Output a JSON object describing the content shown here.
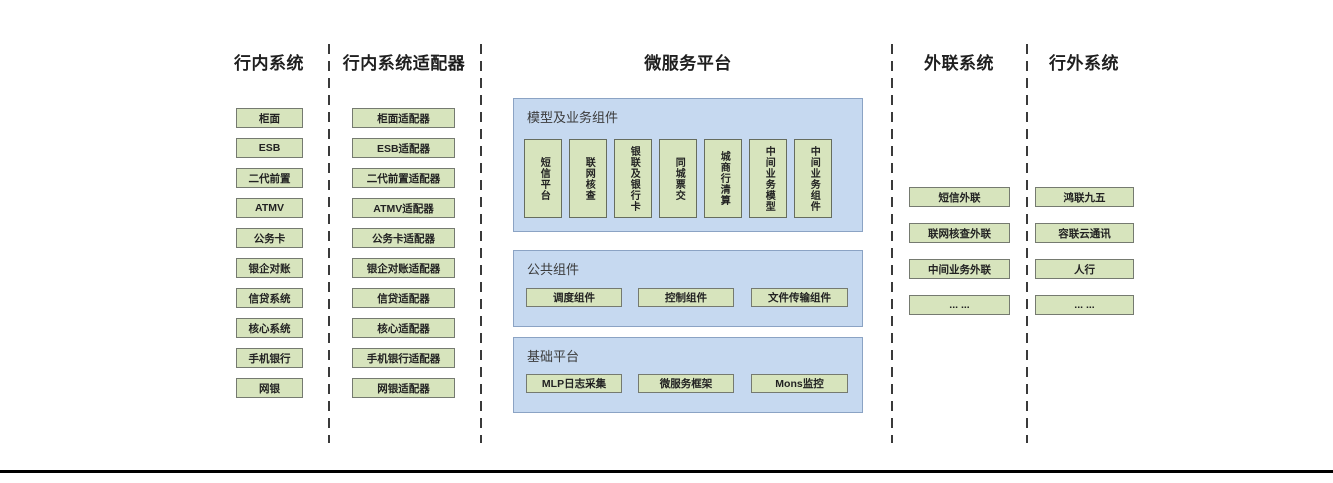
{
  "diagram": {
    "headers": {
      "internal": "行内系统",
      "adapters": "行内系统适配器",
      "platform": "微服务平台",
      "outreach": "外联系统",
      "external": "行外系统"
    },
    "internal_systems": [
      "柜面",
      "ESB",
      "二代前置",
      "ATMV",
      "公务卡",
      "银企对账",
      "信贷系统",
      "核心系统",
      "手机银行",
      "网银"
    ],
    "adapter_systems": [
      "柜面适配器",
      "ESB适配器",
      "二代前置适配器",
      "ATMV适配器",
      "公务卡适配器",
      "银企对账适配器",
      "信贷适配器",
      "核心适配器",
      "手机银行适配器",
      "网银适配器"
    ],
    "platform_sections": {
      "model": {
        "title": "模型及业务组件",
        "items": [
          "短信平台",
          "联网核查",
          "银联及银行卡",
          "同城票交",
          "城商行清算",
          "中间业务模型",
          "中间业务组件"
        ]
      },
      "common": {
        "title": "公共组件",
        "items": [
          "调度组件",
          "控制组件",
          "文件传输组件"
        ]
      },
      "base": {
        "title": "基础平台",
        "items": [
          "MLP日志采集",
          "微服务框架",
          "Mons监控"
        ]
      }
    },
    "outreach_systems": [
      "短信外联",
      "联网核查外联",
      "中间业务外联",
      "... ..."
    ],
    "external_systems": [
      "鸿联九五",
      "容联云通讯",
      "人行",
      "... ..."
    ],
    "colors": {
      "box_fill": "#d7e4bd",
      "box_border": "#757a70",
      "panel_fill": "#c6d9f0",
      "panel_border": "#8ba3c4",
      "divider": "#3a3a3a",
      "baseline": "#000000"
    }
  }
}
